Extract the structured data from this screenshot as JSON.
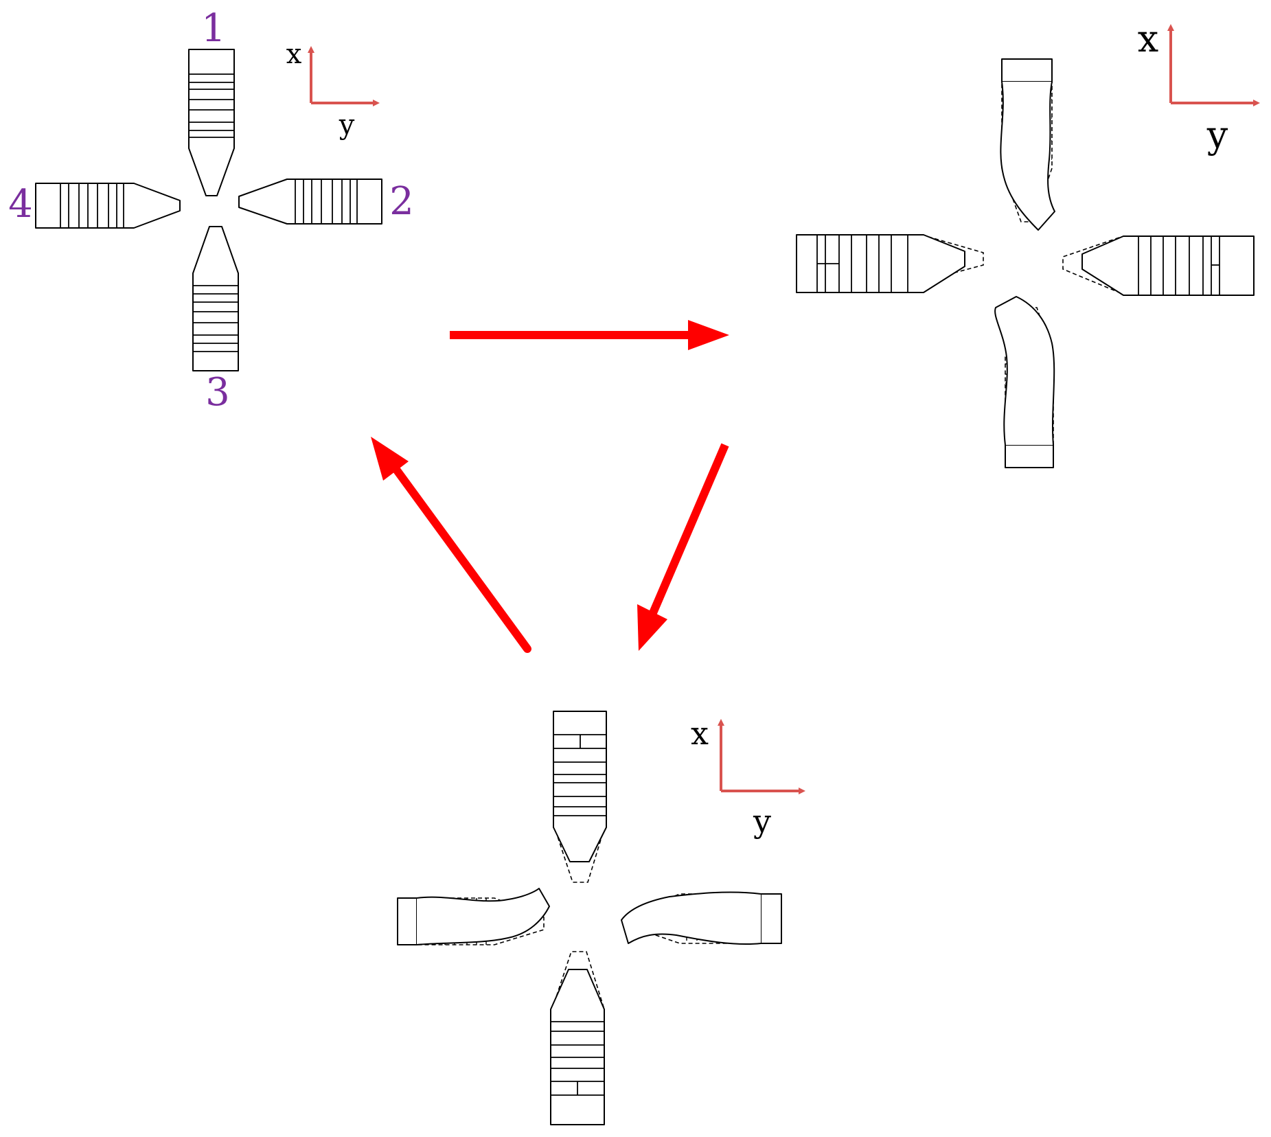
{
  "colors": {
    "cycle_arrow": "#ff0000",
    "axis_arrow": "#d9534f",
    "arm_label": "#7a2e9e",
    "outline": "#000000"
  },
  "axes": {
    "x_label": "x",
    "y_label": "y"
  },
  "arm_labels": {
    "arm1": "1",
    "arm2": "2",
    "arm3": "3",
    "arm4": "4"
  },
  "panels": [
    {
      "id": "rest",
      "description_visible": false
    },
    {
      "id": "bend-vertical-arms",
      "description_visible": false
    },
    {
      "id": "bend-horizontal-arms",
      "description_visible": false
    }
  ]
}
